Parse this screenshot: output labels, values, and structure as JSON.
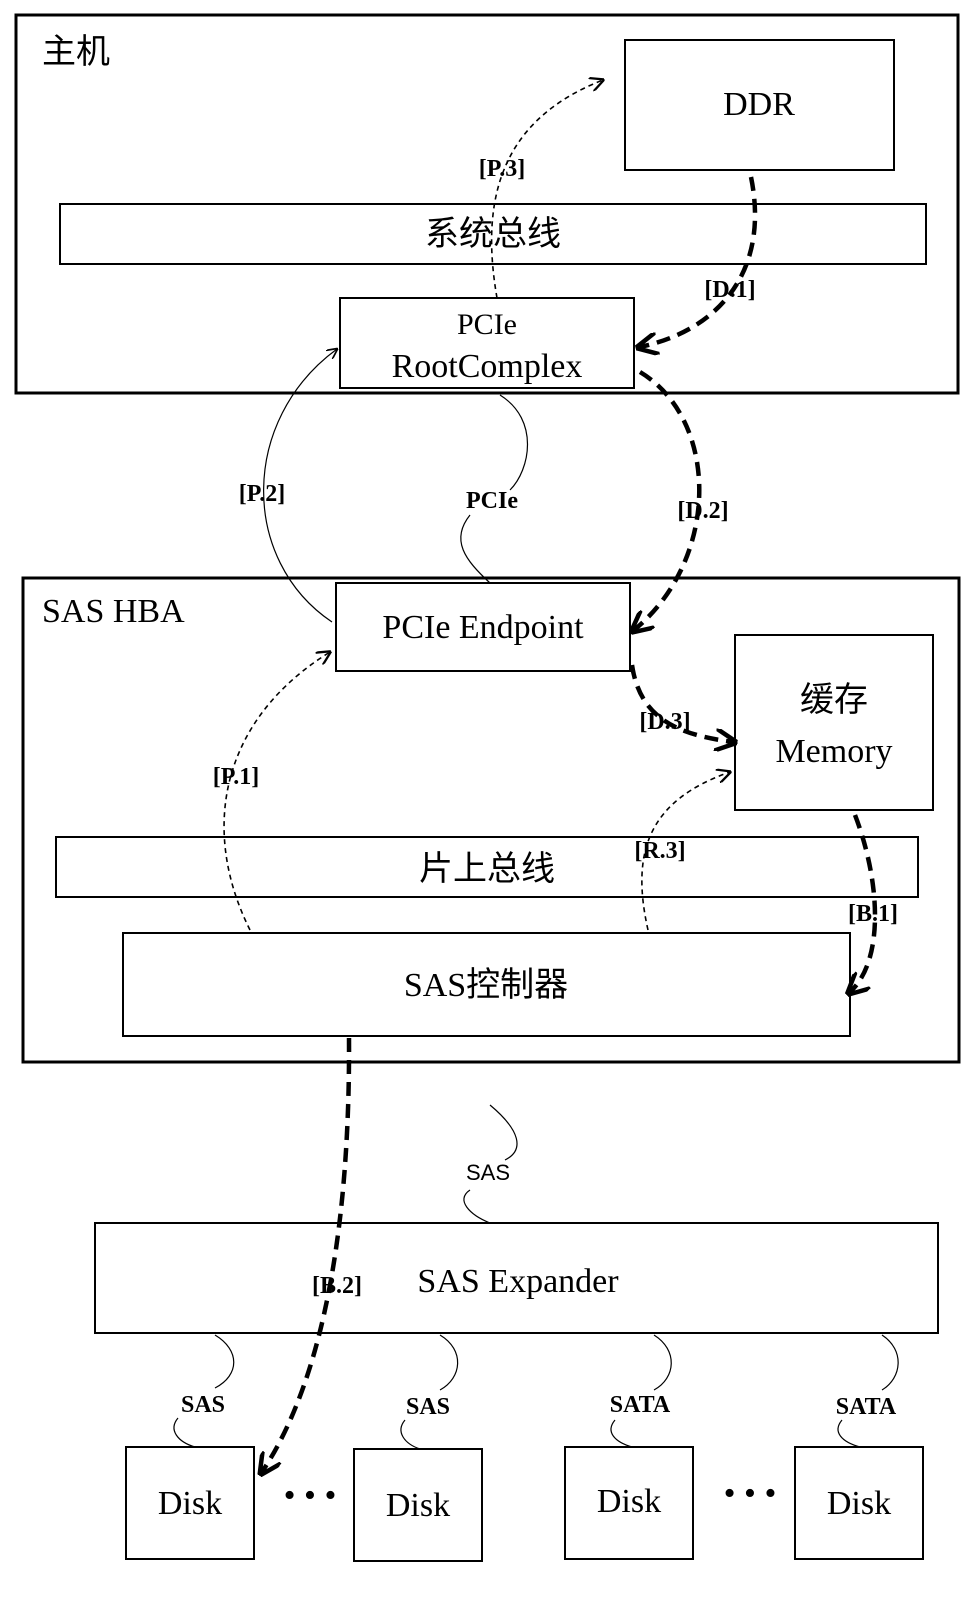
{
  "host": {
    "label": "主机",
    "ddr": "DDR",
    "system_bus": "系统总线",
    "root_complex_line1": "PCIe",
    "root_complex_line2": "RootComplex"
  },
  "hba": {
    "label": "SAS HBA",
    "endpoint": "PCIe Endpoint",
    "cache_line1": "缓存",
    "cache_line2": "Memory",
    "onchip_bus": "片上总线",
    "controller": "SAS控制器"
  },
  "expander": "SAS Expander",
  "links": {
    "pcie": "PCIe",
    "sas": "SAS",
    "disk1": "SAS",
    "disk2": "SAS",
    "disk3": "SATA",
    "disk4": "SATA"
  },
  "disks": [
    "Disk",
    "Disk",
    "Disk",
    "Disk"
  ],
  "ellipsis": "• • •",
  "flows": {
    "p1": "[P.1]",
    "p2": "[P.2]",
    "p3": "[P.3]",
    "d1": "[D.1]",
    "d2": "[D.2]",
    "d3": "[D.3]",
    "r3": "[R.3]",
    "b1": "[B.1]",
    "b2": "[B.2]"
  }
}
